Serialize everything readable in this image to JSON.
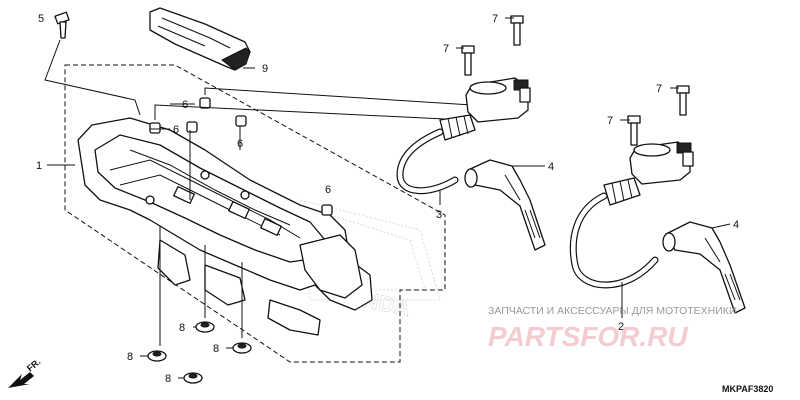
{
  "diagram": {
    "part_labels": [
      {
        "id": "p1",
        "text": "1"
      },
      {
        "id": "p2",
        "text": "2"
      },
      {
        "id": "p3",
        "text": "3"
      },
      {
        "id": "p4a",
        "text": "4"
      },
      {
        "id": "p4b",
        "text": "4"
      },
      {
        "id": "p5",
        "text": "5"
      },
      {
        "id": "p6a",
        "text": "6"
      },
      {
        "id": "p6b",
        "text": "6"
      },
      {
        "id": "p6c",
        "text": "6"
      },
      {
        "id": "p6d",
        "text": "6"
      },
      {
        "id": "p7a",
        "text": "7"
      },
      {
        "id": "p7b",
        "text": "7"
      },
      {
        "id": "p7c",
        "text": "7"
      },
      {
        "id": "p7d",
        "text": "7"
      },
      {
        "id": "p8a",
        "text": "8"
      },
      {
        "id": "p8b",
        "text": "8"
      },
      {
        "id": "p8c",
        "text": "8"
      },
      {
        "id": "p8d",
        "text": "8"
      },
      {
        "id": "p9",
        "text": "9"
      }
    ],
    "direction_label": "FR.",
    "diagram_code": "MKPAF3820"
  },
  "watermark": {
    "text": "ЗАПЧАСТИ И АКСЕССУАРЫ ДЛЯ МОТОТЕХНИКИ",
    "logo": "PARTSFOR.RU",
    "brand": "HONDA",
    "color": "#e8a0a8"
  }
}
